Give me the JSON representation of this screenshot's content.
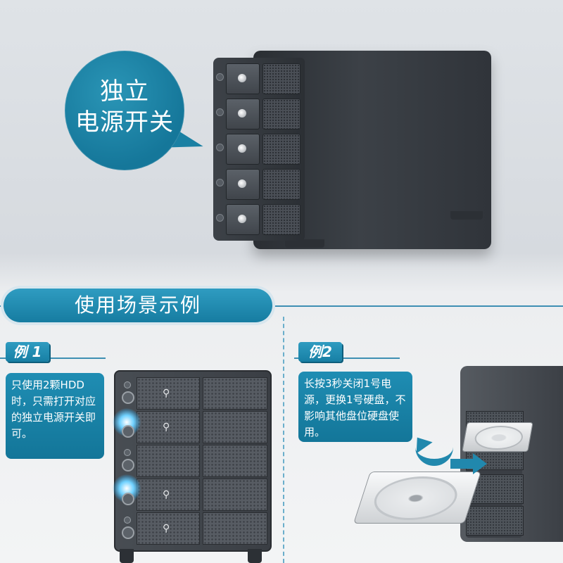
{
  "hero": {
    "callout_line1": "独立",
    "callout_line2": "电源开关"
  },
  "banner": {
    "title": "使用场景示例"
  },
  "example1": {
    "tag": "例 1",
    "text": "只使用2颗HDD时，只需打开对应的独立电源开关即可。"
  },
  "example2": {
    "tag": "例2",
    "text": "长按3秒关闭1号电源，更换1号硬盘，不影响其他盘位硬盘使用。"
  },
  "colors": {
    "accent": "#1a84a8",
    "banner": "#1f8db3",
    "background": "#dfe3e7"
  }
}
